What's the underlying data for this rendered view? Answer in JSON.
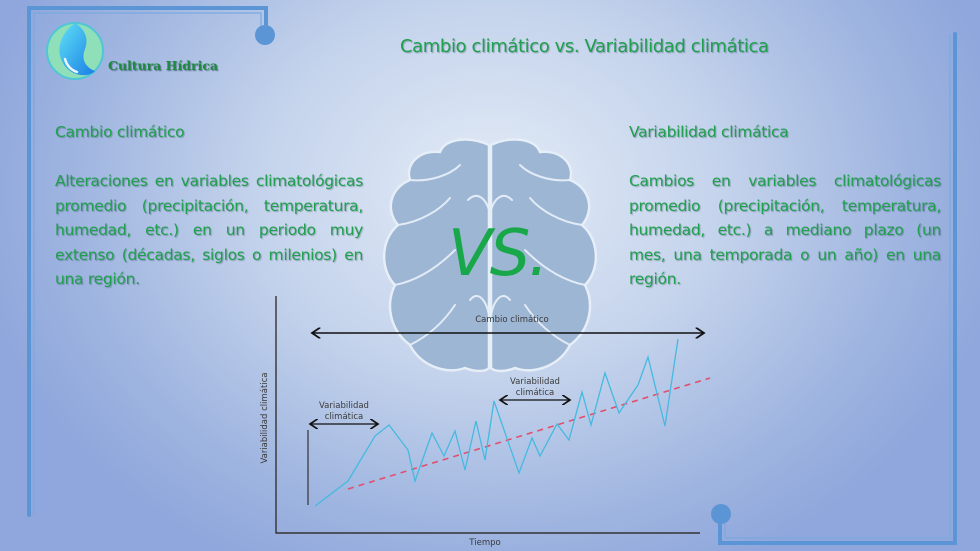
{
  "brand": {
    "name": "Cultura Hídrica",
    "logo_icon": "water-drop-yin-yang-icon"
  },
  "title": "Cambio climático vs. Variabilidad  climática",
  "colors": {
    "text_green": "#1fa04d",
    "frame_blue": "#5b95d6",
    "brain_fill": "#9db6d4",
    "series_line": "#45b9e0",
    "trend_line": "#e0506e"
  },
  "left": {
    "heading": "Cambio climático",
    "body": "Alteraciones en variables climatológicas promedio (precipitación, temperatura, humedad, etc.) en un periodo muy extenso (décadas, siglos o milenios) en una región."
  },
  "right": {
    "heading": "Variabilidad climática",
    "body": "Cambios en variables climatológicas promedio (precipitación, temperatura, humedad, etc.) a mediano plazo (un mes, una temporada o un año) en una región."
  },
  "center": {
    "vs_label": "VS.",
    "brain_icon": "brain-icon"
  },
  "diagram": {
    "xlabel": "Tiempo",
    "ylabel": "Variabilidad climática",
    "span_long_label": "Cambio climático",
    "span_short_label_1": "Variabilidad climática",
    "span_short_label_2": "Variabilidad climática",
    "series_description": "Fluctuating climate variable line (cyan) with rising dashed trend line (red)"
  }
}
